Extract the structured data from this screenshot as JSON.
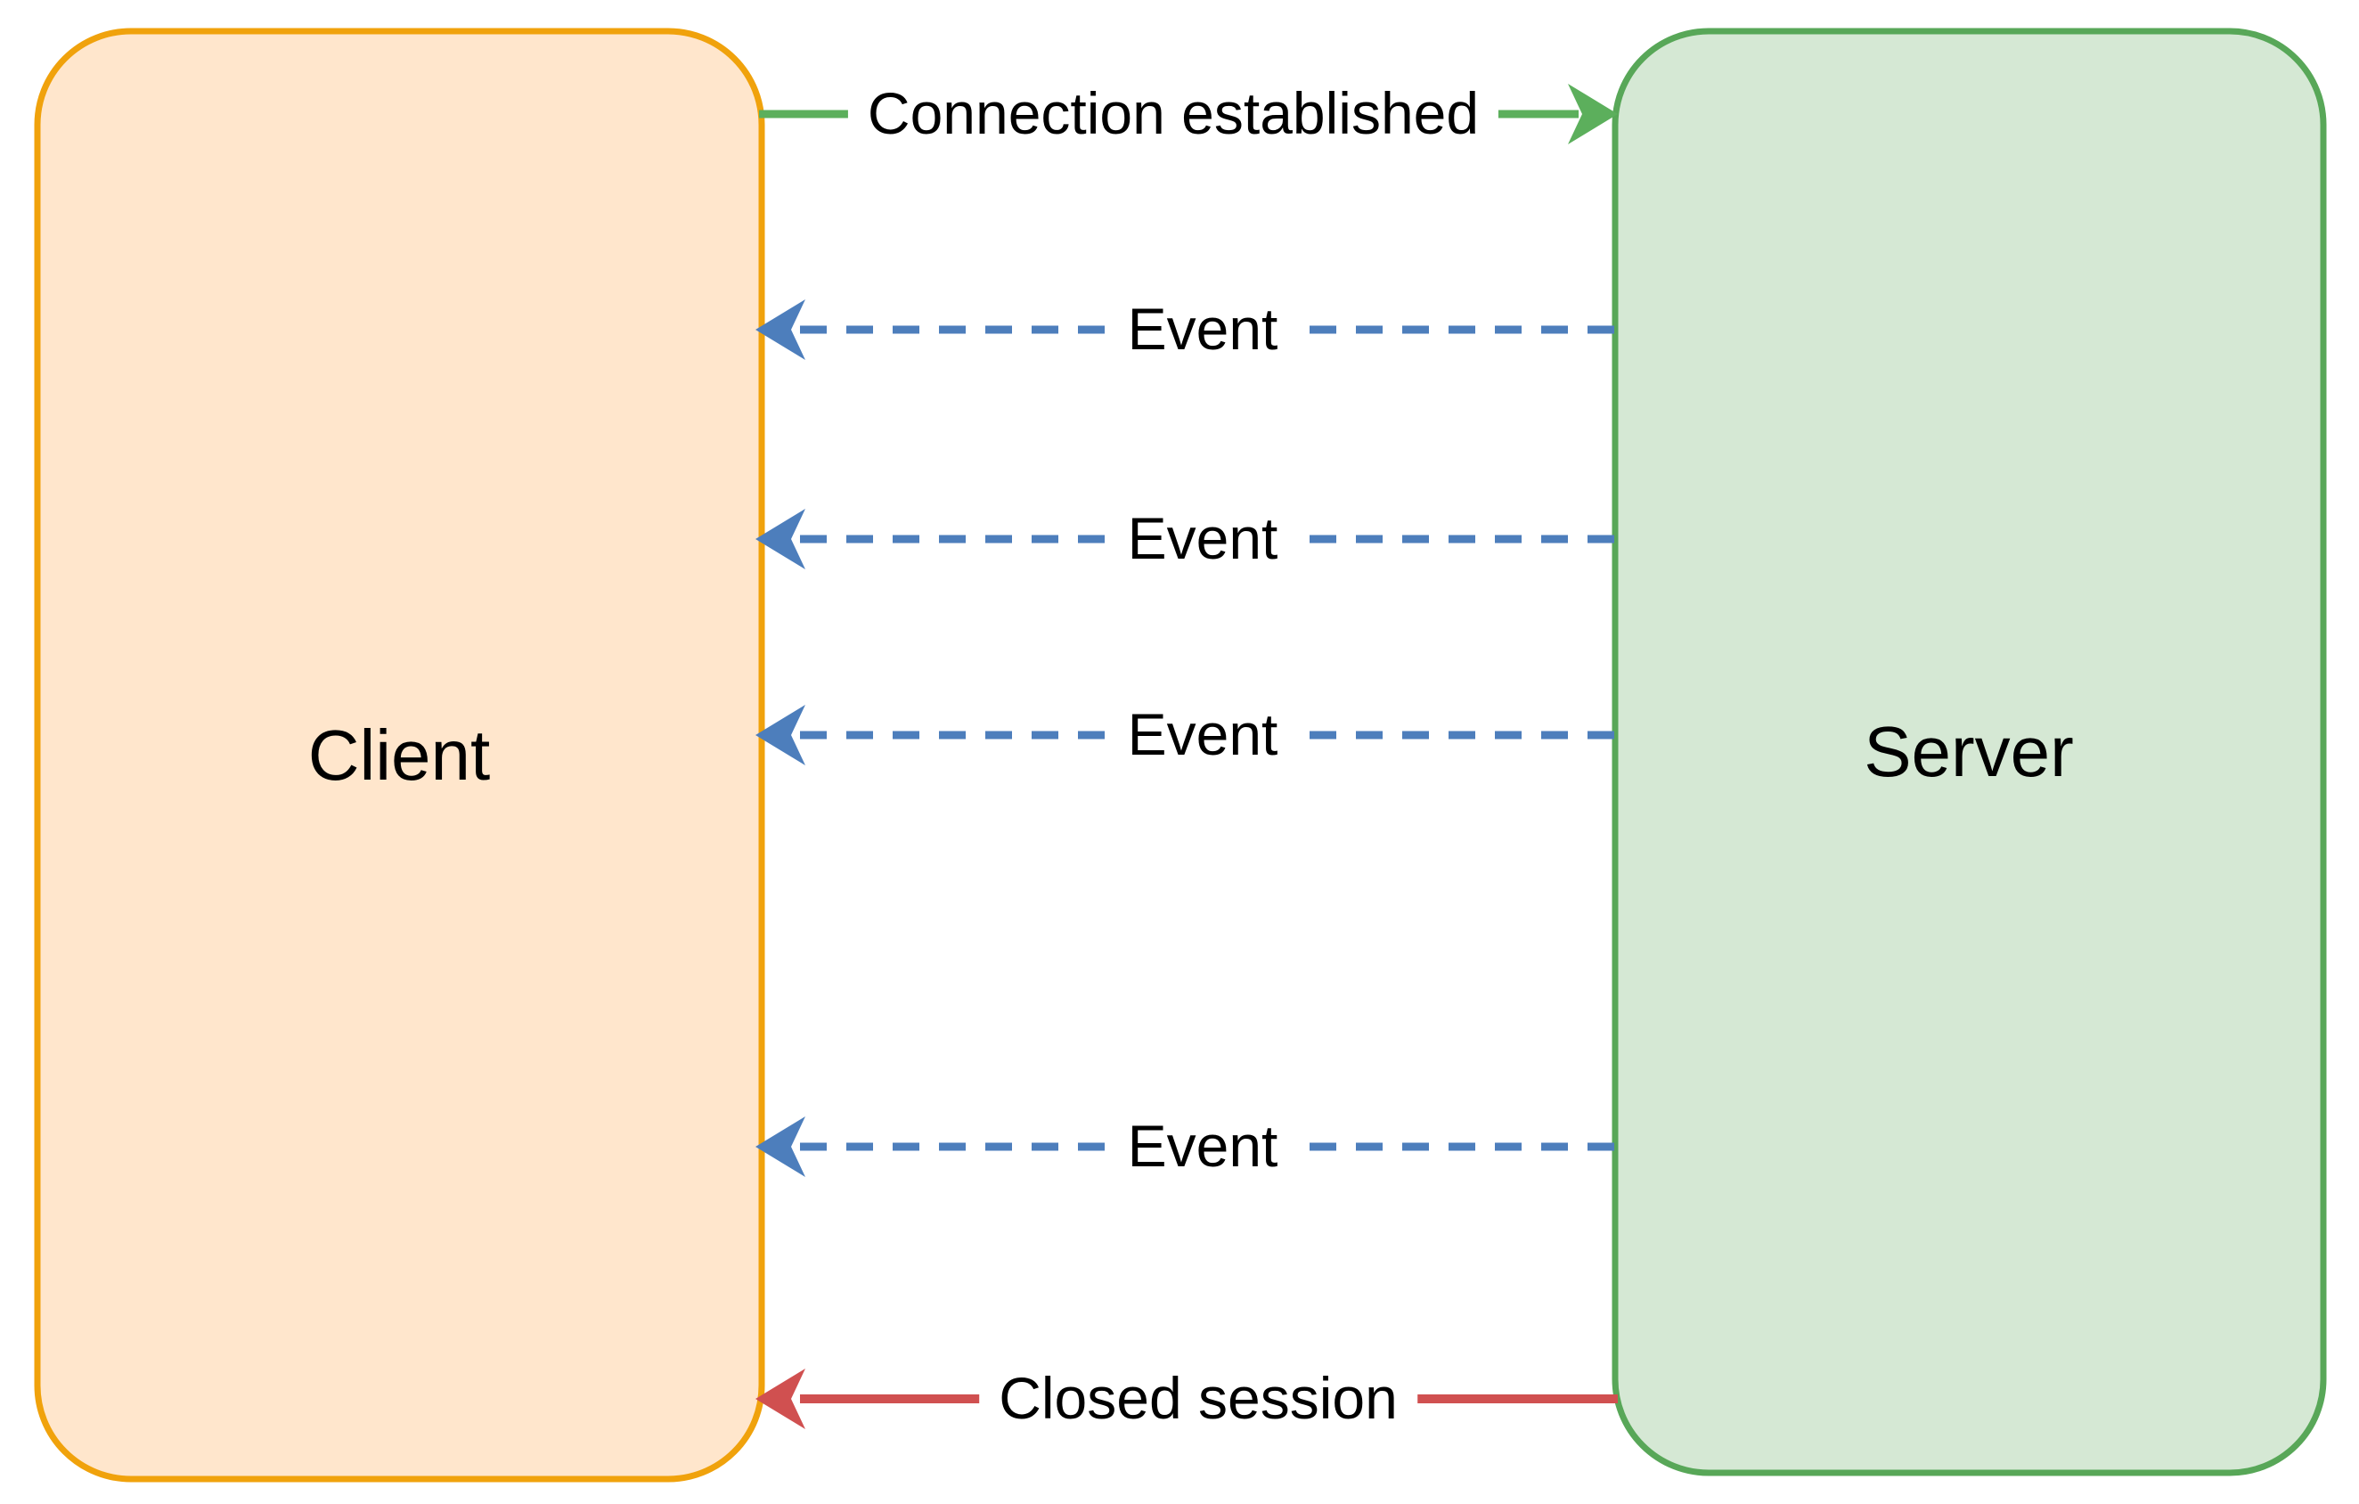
{
  "diagram": {
    "background": "#ffffff",
    "text_color": "#000000",
    "nodes": [
      {
        "id": "client",
        "label": "Client",
        "fill": "#FFE6CC",
        "stroke": "#F0A20C"
      },
      {
        "id": "server",
        "label": "Server",
        "fill": "#D5E8D4",
        "stroke": "#58A758"
      }
    ],
    "edges": [
      {
        "label": "Connection established",
        "from": "Client",
        "to": "Server",
        "line": "solid",
        "color": "#5CAF5C"
      },
      {
        "label": "Event",
        "from": "Server",
        "to": "Client",
        "line": "dashed",
        "color": "#4D7EBC"
      },
      {
        "label": "Event",
        "from": "Server",
        "to": "Client",
        "line": "dashed",
        "color": "#4D7EBC"
      },
      {
        "label": "Event",
        "from": "Server",
        "to": "Client",
        "line": "dashed",
        "color": "#4D7EBC"
      },
      {
        "label": "Event",
        "from": "Server",
        "to": "Client",
        "line": "dashed",
        "color": "#4D7EBC"
      },
      {
        "label": "Closed session",
        "from": "Server",
        "to": "Client",
        "line": "solid",
        "color": "#D05050"
      }
    ]
  }
}
